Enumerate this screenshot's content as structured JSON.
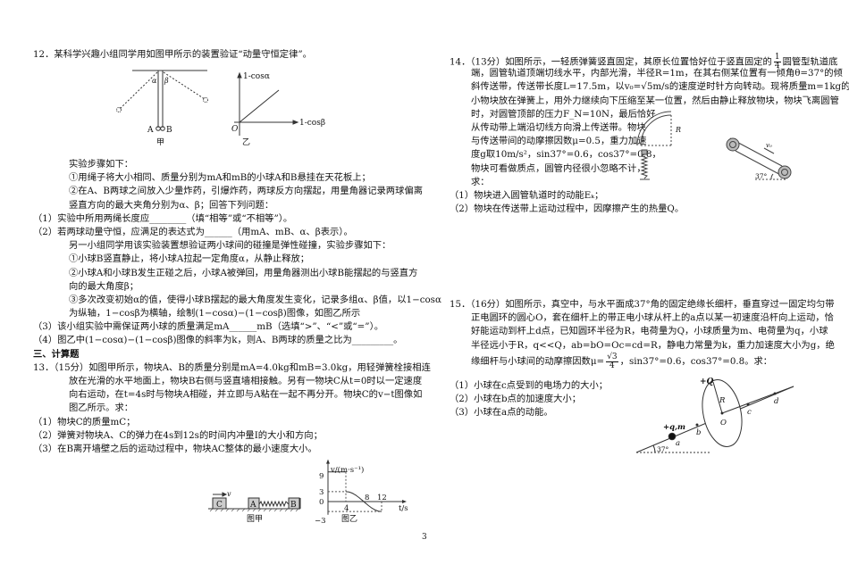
{
  "q12": {
    "title": "12．某科学兴趣小组同学用如图甲所示的装置验证“动量守恒定律”。",
    "lines": [
      "实验步骤如下：",
      "①用绳子将大小相同、质量分别为mA和mB的小球A和B悬挂在天花板上；",
      "②在A、B两球之间放入少量炸药，引爆炸药，两球反方向摆起，用量角器记录两球偏离",
      "竖直方向的最大夹角分别为α、β；回答下列问题：",
      "（1）实验中所用两绳长度应________（填“相等”或“不相等”）。",
      "（2）若两球动量守恒，应满足的表达式为______（用mA、mB、α、β表示）。",
      "另一小组同学用该实验装置想验证两小球间的碰撞是弹性碰撞，实验步骤如下：",
      "①小球B竖直静止，将小球A拉起一定角度α，从静止释放；",
      "②小球A和小球B发生正碰之后，小球A被弹回，用量角器测出小球B能摆起的与竖直方",
      "向的最大角度β；",
      "③多次改变初始α的值，使得小球B摆起的最大角度发生变化，记录多组α、β值，以1−cosα",
      "为纵轴，1−cosβ为横轴，绘制(1−cosα)−(1−cosβ)图像，如图乙所示",
      "（3）该小组实验中需保证两小球的质量满足mA______mB（选填“>”、“<”或“=”）。",
      "（4）图乙中(1−cosα)−(1−cosβ)图像的斜率为k，则A、B两球的质量之比为_________。"
    ],
    "fig1": {
      "label_a": "α",
      "label_b": "β",
      "ball_a": "A",
      "ball_b": "B",
      "caption": "甲"
    },
    "fig2": {
      "y_label": "1-cosα",
      "x_label": "1-cosβ",
      "origin": "O",
      "caption": "乙"
    }
  },
  "section": "三、计算题",
  "q13": {
    "lines": [
      "13．（15分）如图甲所示，物块A、B的质量分别是mA=4.0kg和mB=3.0kg，用轻弹簧栓接相连",
      "放在光滑的水平地面上，物块B右侧与竖直墙相接触。另有一物块C从t=0时以一定速度",
      "向右运动，在t=4s时与物块A相碰，并立即与A粘在一起不再分开。物块C的v−t图像如",
      "图乙所示。求：",
      "（1）物块C的质量mC；",
      "（2）弹簧对物块A、C的弹力在4s到12s的时间内冲量I的大小和方向；",
      "（3）在B离开墙壁之后的运动过程中，物块AC整体的最小速度大小。"
    ],
    "fig1": {
      "block_c": "C",
      "block_a": "A",
      "block_b": "B",
      "velocity": "v",
      "caption": "图甲"
    },
    "fig2": {
      "y_label": "v/(m·s⁻¹)",
      "x_label": "t/s",
      "y_ticks": [
        "9",
        "3",
        "0",
        "−3"
      ],
      "x_ticks": [
        "4",
        "8",
        "12"
      ],
      "caption": "图乙",
      "segments": [
        {
          "t": [
            0,
            4
          ],
          "v": 9
        },
        {
          "t": [
            4,
            12
          ],
          "v": [
            3,
            -3
          ]
        }
      ]
    }
  },
  "q14": {
    "line1_a": "14．（13分）如图所示，一轻质弹簧竖直固定，其原长位置恰好位于竖直固定的",
    "frac_num": "1",
    "frac_den": "4",
    "line1_b": "圆管型轨道底",
    "lines": [
      "端，圆管轨道顶端切线水平，内部光滑，半径R=1m，在其右侧某位置有一倾角θ=37°的倾",
      "斜传送带，传送带长度L=17.5m，以v₀=√5m/s的速度逆时针方向转动。现将质量m=1kg的",
      "小物块放在弹簧上，用外力继续向下压缩至某一位置，然后由静止释放物块，物块飞离圆管",
      "时，对圆管顶部的压力F_N=10N，最后恰好",
      "从传动带上端沿切线方向滑上传送带。物块",
      "与传送带间的动摩擦因数μ=0.5，重力加速",
      "度g取10m/s²，sin37°=0.6，cos37°=0.8，",
      "物块可看做质点，圆管内径很小忽略不计，",
      "求：",
      "（1）物块进入圆管轨道时的动能Eₖ；",
      "（2）物块在传送带上运动过程中，因摩擦产生的热量Q。"
    ],
    "fig": {
      "radius": "R",
      "angle": "37°",
      "velocity": "v₀"
    }
  },
  "q15": {
    "lines": [
      "15．（16分）如图所示，真空中，与水平面成37°角的固定绝缘长细杆，垂直穿过一固定均匀带",
      "正电圆环的圆心O，套在细杆上的带正电小球从杆上的a点以某一初速度沿杆向上运动，恰",
      "好能运动到杆上d点，已知圆环半径为R，电荷量为Q，小球质量为m、电荷量为q，小球",
      "半径远小于R，q<<Q，ab=bO=Oc=cd=R，静电力常量为k，重力加速度大小为g，绝"
    ],
    "line5_a": "缘细杆与小球间的动摩擦因数μ=",
    "frac_num": "√3",
    "frac_den": "4",
    "line5_b": "，sin37°=0.6，cos37°=0.8。求：",
    "questions": [
      "（1）小球在c点受到的电场力的大小；",
      "（2）小球在b点的加速度大小；",
      "（3）小球在a点的动能。"
    ],
    "fig": {
      "ring_charge": "+Q",
      "radius": "R",
      "center": "O",
      "ball": "+q,m",
      "a": "a",
      "b": "b",
      "c": "c",
      "d": "d",
      "angle": "37°"
    }
  },
  "page_number": "3"
}
